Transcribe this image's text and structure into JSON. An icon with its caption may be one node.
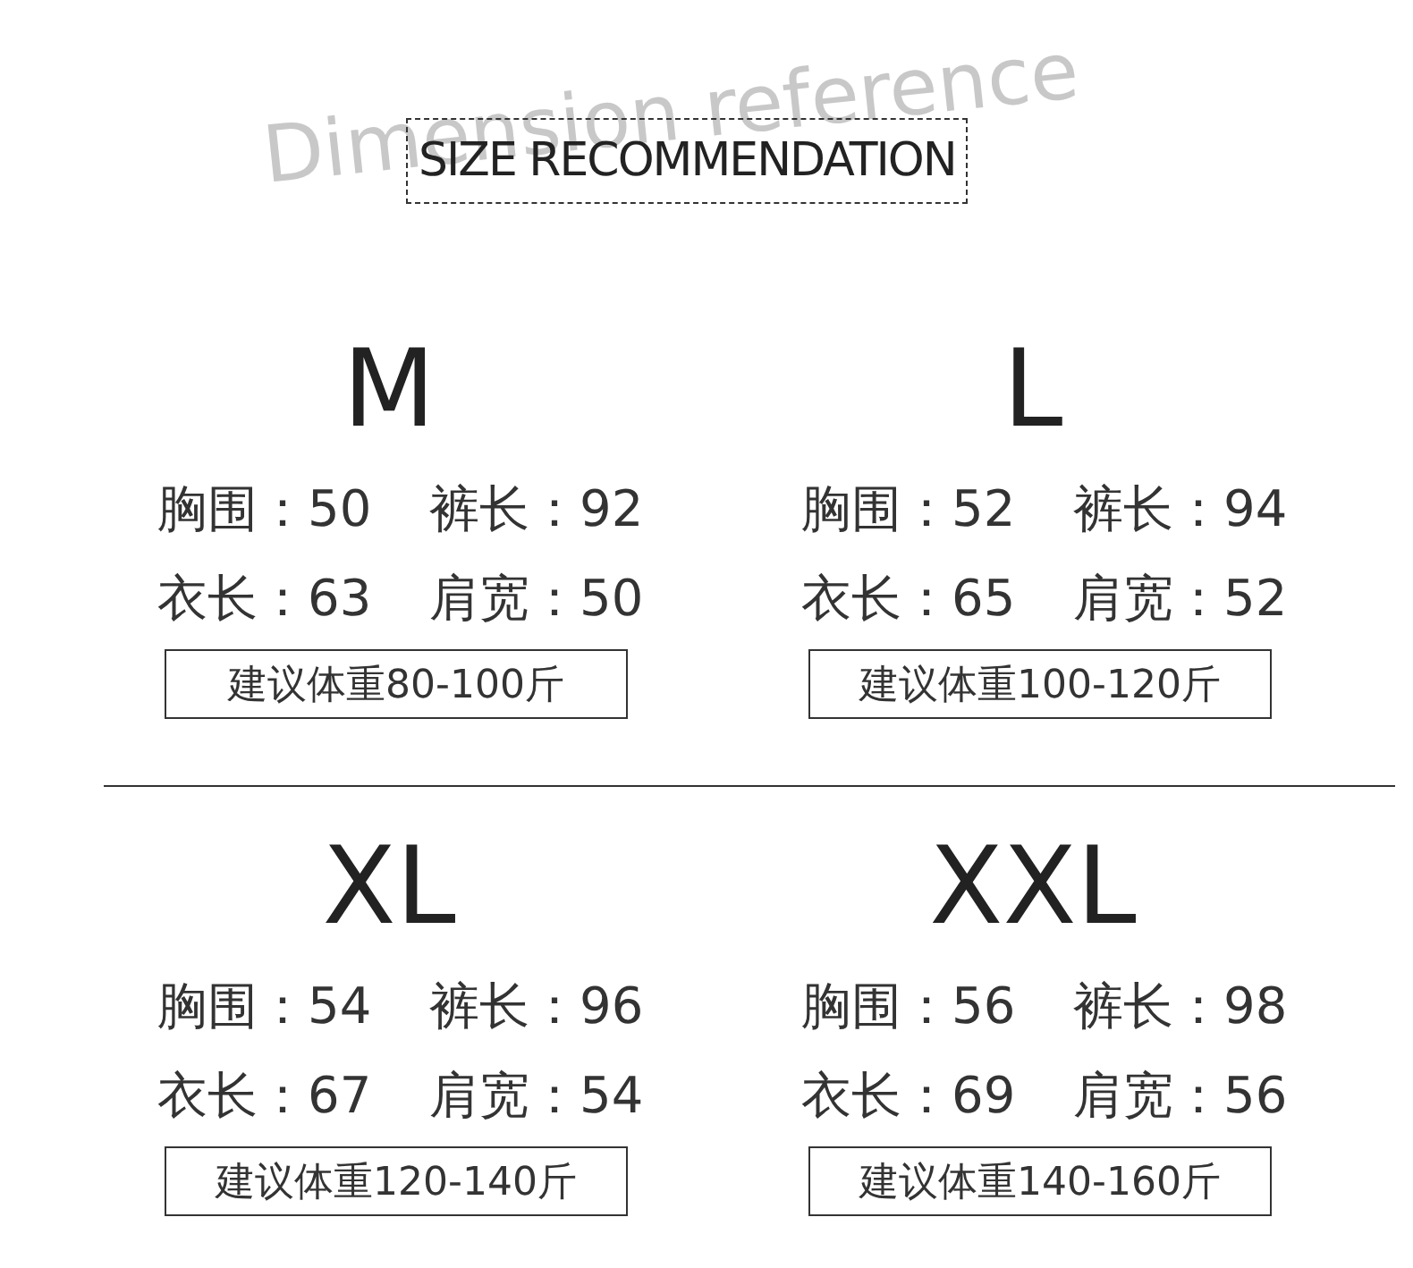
{
  "diagram": {
    "title": "SIZE RECOMMENDATION",
    "nodes": [
      {
        "text": [
          "建议体重80-100斤"
        ]
      },
      {
        "text": [
          "建议体重100-120斤"
        ]
      },
      {
        "text": [
          "建议体重120-140斤"
        ]
      },
      {
        "text": [
          "建议体重140-160斤"
        ]
      }
    ],
    "edges": [],
    "labels": [
      "Dimension reference",
      "M",
      "胸围：50",
      "裤长：92",
      "衣长：63",
      "肩宽：50",
      "L",
      "胸围：52",
      "裤长：94",
      "衣长：65",
      "肩宽：52",
      "XL",
      "胸围：54",
      "裤长：96",
      "衣长：67",
      "肩宽：54",
      "XXL",
      "胸围：56",
      "裤长：98",
      "衣长：69",
      "肩宽：56"
    ]
  }
}
